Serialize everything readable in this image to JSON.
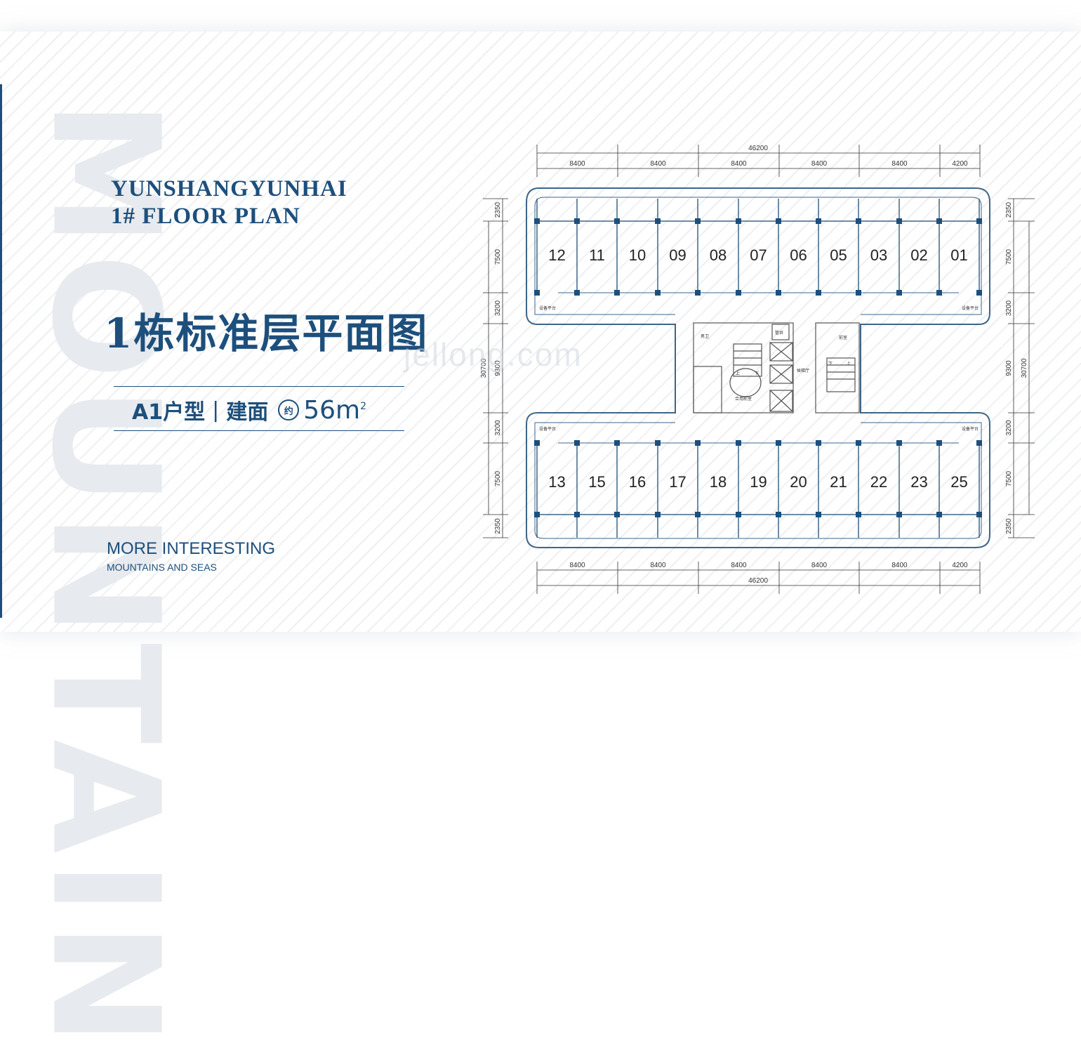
{
  "header": {
    "line1": "YUNSHANGYUNHAI",
    "line2": "1# FLOOR PLAN",
    "title_zh": "1栋标准层平面图"
  },
  "unit_info": {
    "type": "A1户型",
    "separator": "|",
    "area_label": "建面",
    "approx": "约",
    "area_value": "56m",
    "area_sup": "2"
  },
  "slogan": {
    "line1": "MORE INTERESTING",
    "line2": "MOUNTAINS AND SEAS"
  },
  "watermark": "MOUNTAIN",
  "site_watermark": "jellong.com",
  "plan": {
    "top_units": [
      "12",
      "11",
      "10",
      "09",
      "08",
      "07",
      "06",
      "05",
      "03",
      "02",
      "01"
    ],
    "bottom_units": [
      "13",
      "15",
      "16",
      "17",
      "18",
      "19",
      "20",
      "21",
      "22",
      "23",
      "25"
    ],
    "horizontal_dims": [
      "8400",
      "8400",
      "8400",
      "8400",
      "8400",
      "4200"
    ],
    "total_width": "46200",
    "vertical_dims": [
      "2350",
      "7500",
      "3200",
      "9300",
      "3200",
      "7500",
      "2350"
    ],
    "total_depth": "30700",
    "labels": {
      "equipment": "设备平台",
      "mens_wc": "男卫",
      "lobby": "合用前室",
      "elevator_hall": "候梯厅",
      "front_room": "前室",
      "up": "上",
      "down": "下",
      "shaft": "管井"
    }
  },
  "colors": {
    "brand": "#1d4f7c",
    "wall": "#3f6688",
    "column": "#1d4f7c"
  }
}
